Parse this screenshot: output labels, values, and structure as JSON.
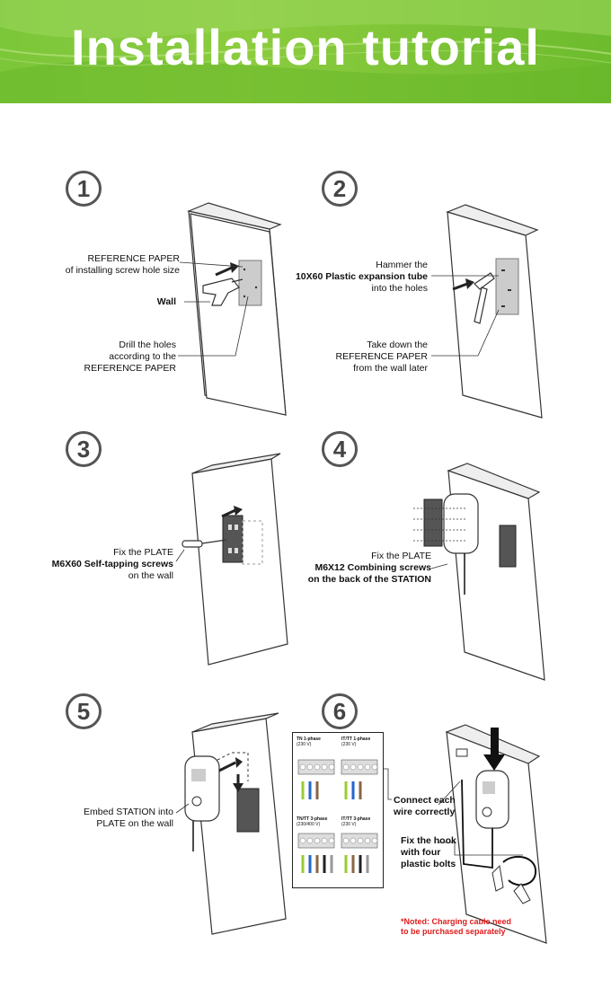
{
  "header": {
    "title": "Installation tutorial"
  },
  "steps": [
    {
      "num": "1",
      "labels": {
        "ref_line1": "REFERENCE PAPER",
        "ref_line2": "of installing screw hole size",
        "wall": "Wall",
        "drill_line1": "Drill the holes",
        "drill_line2": "according to the",
        "drill_line3": "REFERENCE PAPER"
      }
    },
    {
      "num": "2",
      "labels": {
        "ham_line1": "Hammer the",
        "ham_line2": "10X60 Plastic expansion tube",
        "ham_line3": "into the holes",
        "take_line1": "Take down the",
        "take_line2": "REFERENCE PAPER",
        "take_line3": "from the wall later"
      }
    },
    {
      "num": "3",
      "labels": {
        "line1": "Fix the PLATE",
        "line2": "M6X60 Self-tapping screws",
        "line3": "on the wall"
      }
    },
    {
      "num": "4",
      "labels": {
        "line1": "Fix the PLATE",
        "line2": "M6X12 Combining screws",
        "line3": "on the back of the STATION"
      }
    },
    {
      "num": "5",
      "labels": {
        "line1": "Embed STATION into",
        "line2": "PLATE on the wall"
      }
    },
    {
      "num": "6",
      "labels": {
        "connect_line1": "Connect each",
        "connect_line2": "wire correctly",
        "hook_line1": "Fix the hook",
        "hook_line2": "with four",
        "hook_line3": "plastic bolts",
        "note_line1": "*Noted: Charging cable need",
        "note_line2": "to be purchased separately"
      },
      "wiring": {
        "tn1": "TN 1-phase",
        "tn1v": "(230 V)",
        "it1": "IT/TT 1-phase",
        "it1v": "(230 V)",
        "tn3": "TN/TT 3-phase",
        "tn3v": "(230/400 V)",
        "it3": "IT/TT 3-phase",
        "it3v": "(230 V)"
      }
    }
  ],
  "colors": {
    "header_green": "#7cc63a",
    "note_red": "#e01b1b"
  }
}
